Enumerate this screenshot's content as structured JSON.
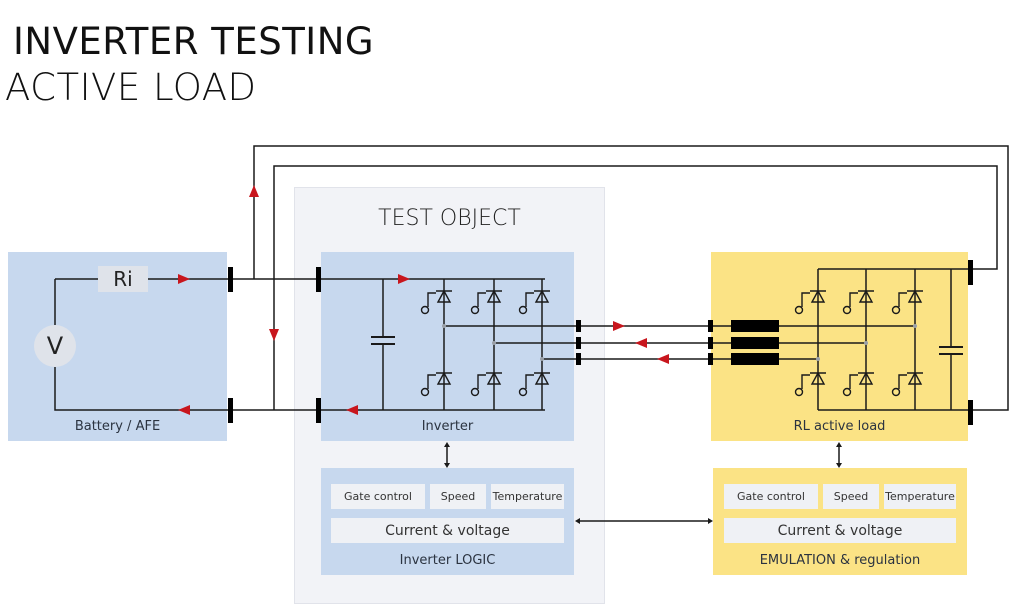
{
  "header": {
    "title_line1": "INVERTER TESTING",
    "title_line2": "ACTIVE LOAD"
  },
  "battery": {
    "label": "Battery / AFE",
    "resistor_label": "Ri",
    "source_label": "V"
  },
  "test_object": {
    "title": "TEST OBJECT",
    "inverter_label": "Inverter",
    "logic": {
      "label": "Inverter LOGIC",
      "chips": [
        "Gate control",
        "Speed",
        "Temperature"
      ],
      "wide_chip": "Current & voltage"
    }
  },
  "rl_load": {
    "label": "RL active load",
    "logic": {
      "label": "EMULATION & regulation",
      "chips": [
        "Gate control",
        "Speed",
        "Temperature"
      ],
      "wide_chip": "Current & voltage"
    }
  },
  "colors": {
    "blue_block": "#c7d8ee",
    "yellow_block": "#fbe385",
    "test_object_bg": "#f2f3f7",
    "arrow_red": "#c8161d",
    "wire": "#1a1a1a"
  }
}
